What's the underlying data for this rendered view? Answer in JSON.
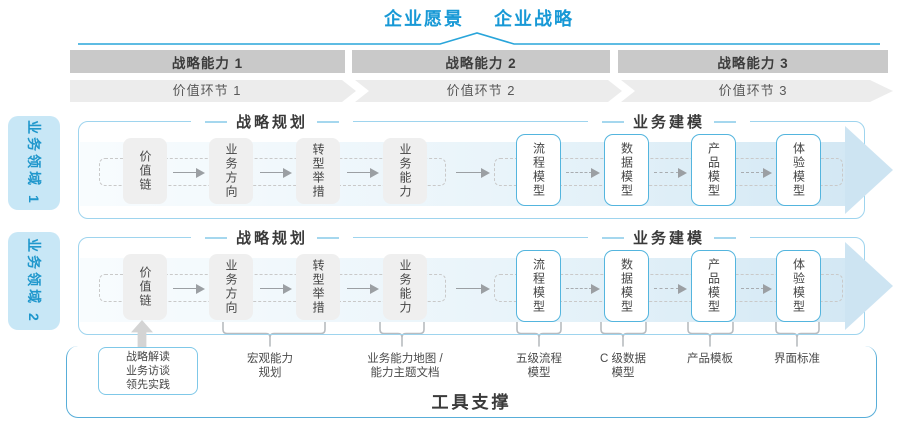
{
  "header": {
    "vision": "企业愿景",
    "strategy": "企业战略"
  },
  "capabilities": [
    "战略能力 1",
    "战略能力 2",
    "战略能力 3"
  ],
  "value_links": [
    "价值环节 1",
    "价值环节 2",
    "价值环节 3"
  ],
  "domains": [
    "业务领域 1",
    "业务领域 2"
  ],
  "band": {
    "planning_title": "战略规划",
    "modeling_title": "业务建模",
    "planning_boxes": [
      "价值链",
      "业务方向",
      "转型举措",
      "业务能力"
    ],
    "modeling_boxes": [
      "流程模型",
      "数据模型",
      "产品模型",
      "体验模型"
    ]
  },
  "annotations": {
    "input_box_lines": [
      "战略解读",
      "业务访谈",
      "领先实践"
    ],
    "notes": [
      {
        "lines": [
          "宏观能力",
          "规划"
        ]
      },
      {
        "lines": [
          "业务能力地图 /",
          "能力主题文档"
        ]
      },
      {
        "lines": [
          "五级流程",
          "模型"
        ]
      },
      {
        "lines": [
          "C 级数据",
          "模型"
        ]
      },
      {
        "lines": [
          "产品模板"
        ]
      },
      {
        "lines": [
          "界面标准"
        ]
      }
    ]
  },
  "footer": {
    "tool_support": "工具支撑"
  },
  "colors": {
    "accent_blue": "#1899d6",
    "band_border": "#9ed4ee",
    "model_box_border": "#54b5de",
    "capability_bar": "#c9c9c9",
    "flow_band": "#d3e8f4",
    "connector_gray": "#b8bcc0"
  }
}
